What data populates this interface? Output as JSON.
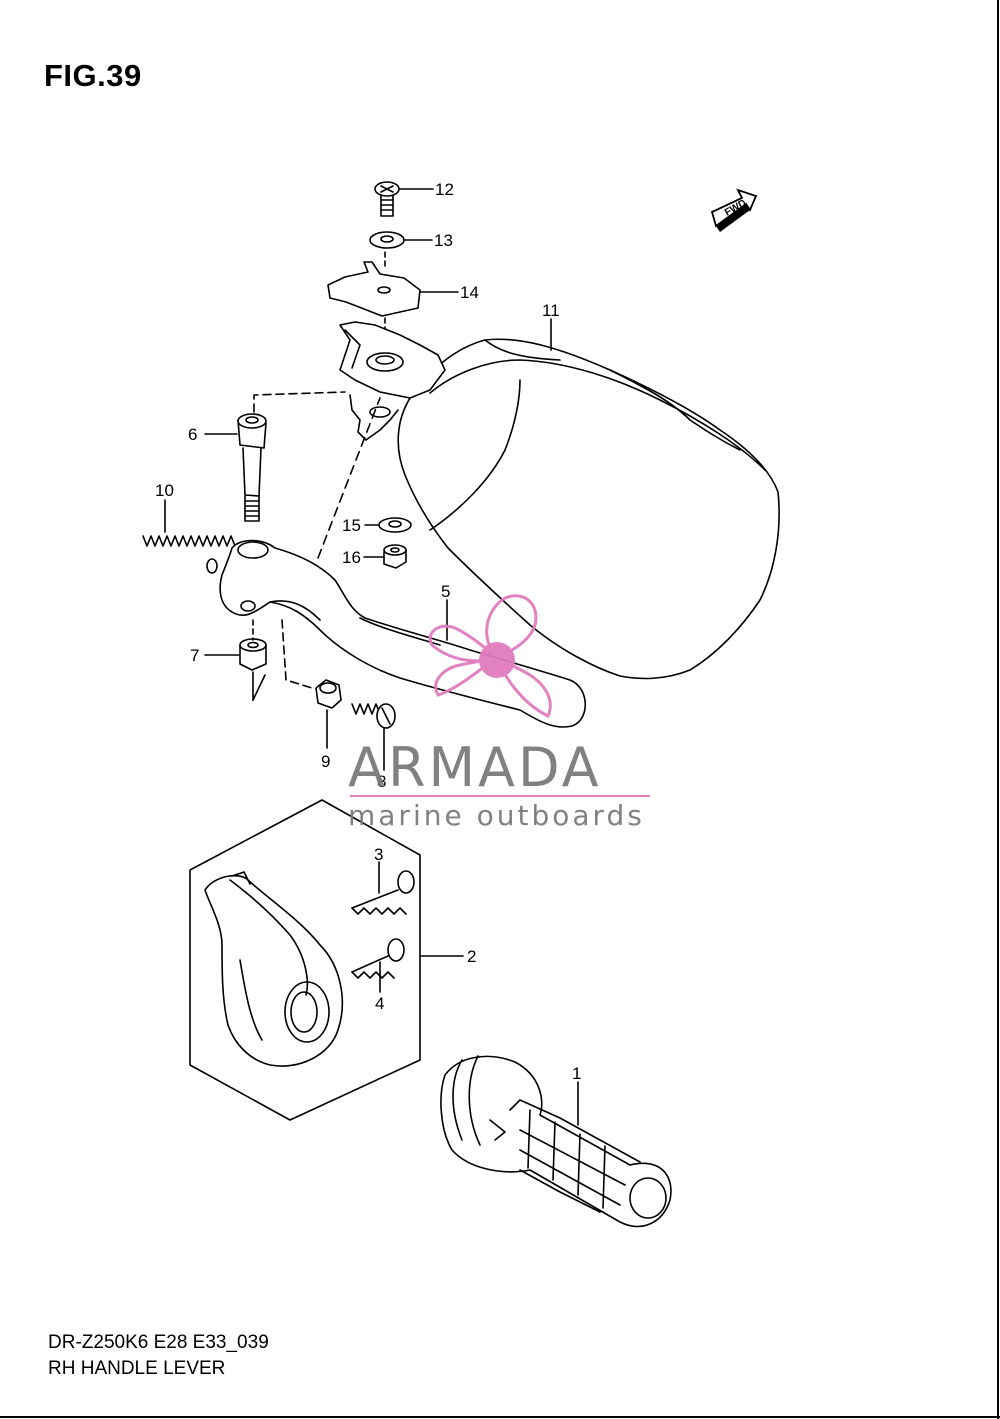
{
  "figure": {
    "title": "FIG.39",
    "model_code": "DR-Z250K6 E28 E33_039",
    "description": "RH HANDLE LEVER"
  },
  "fwd_label": "FWD",
  "watermark": {
    "name": "ARMADA",
    "tagline": "marine outboards",
    "pink": "#e07bbd",
    "gray": "#7b7b7b"
  },
  "callouts": [
    {
      "id": "1",
      "label": "1"
    },
    {
      "id": "2",
      "label": "2"
    },
    {
      "id": "3",
      "label": "3"
    },
    {
      "id": "4",
      "label": "4"
    },
    {
      "id": "5",
      "label": "5"
    },
    {
      "id": "6",
      "label": "6"
    },
    {
      "id": "7",
      "label": "7"
    },
    {
      "id": "8",
      "label": "8"
    },
    {
      "id": "9",
      "label": "9"
    },
    {
      "id": "10",
      "label": "10"
    },
    {
      "id": "11",
      "label": "11"
    },
    {
      "id": "12",
      "label": "12"
    },
    {
      "id": "13",
      "label": "13"
    },
    {
      "id": "14",
      "label": "14"
    },
    {
      "id": "15",
      "label": "15"
    },
    {
      "id": "16",
      "label": "16"
    }
  ]
}
